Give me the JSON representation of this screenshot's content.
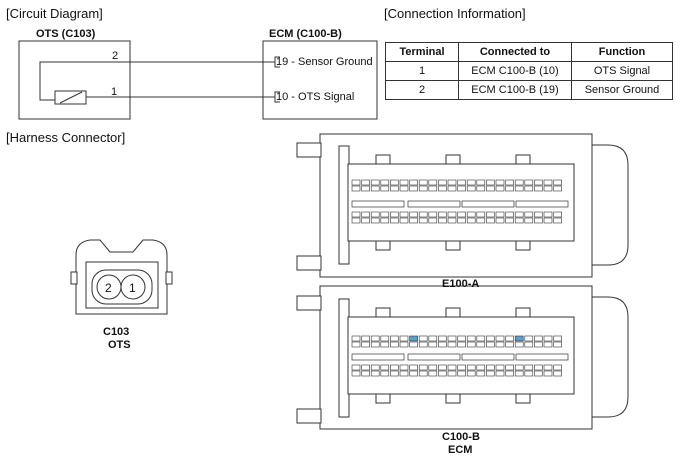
{
  "circuit": {
    "section_title": "[Circuit Diagram]",
    "ots_label": "OTS (C103)",
    "ecm_label": "ECM (C100-B)",
    "wire_top_num": "2",
    "wire_bottom_num": "1",
    "pin_top": "19 - Sensor Ground",
    "pin_bottom": "10 - OTS Signal"
  },
  "connection": {
    "section_title": "[Connection Information]",
    "headers": [
      "Terminal",
      "Connected to",
      "Function"
    ],
    "rows": [
      [
        "1",
        "ECM C100-B (10)",
        "OTS Signal"
      ],
      [
        "2",
        "ECM C100-B (19)",
        "Sensor Ground"
      ]
    ]
  },
  "harness": {
    "section_title": "[Harness Connector]",
    "c103_pins": [
      "2",
      "1"
    ],
    "c103_label": "C103",
    "c103_sub": "OTS",
    "e100_label": "E100-A",
    "c100_label": "C100-B",
    "c100_sub": "ECM"
  },
  "colors": {
    "line": "#333333",
    "highlight": "#5aa0c8"
  }
}
